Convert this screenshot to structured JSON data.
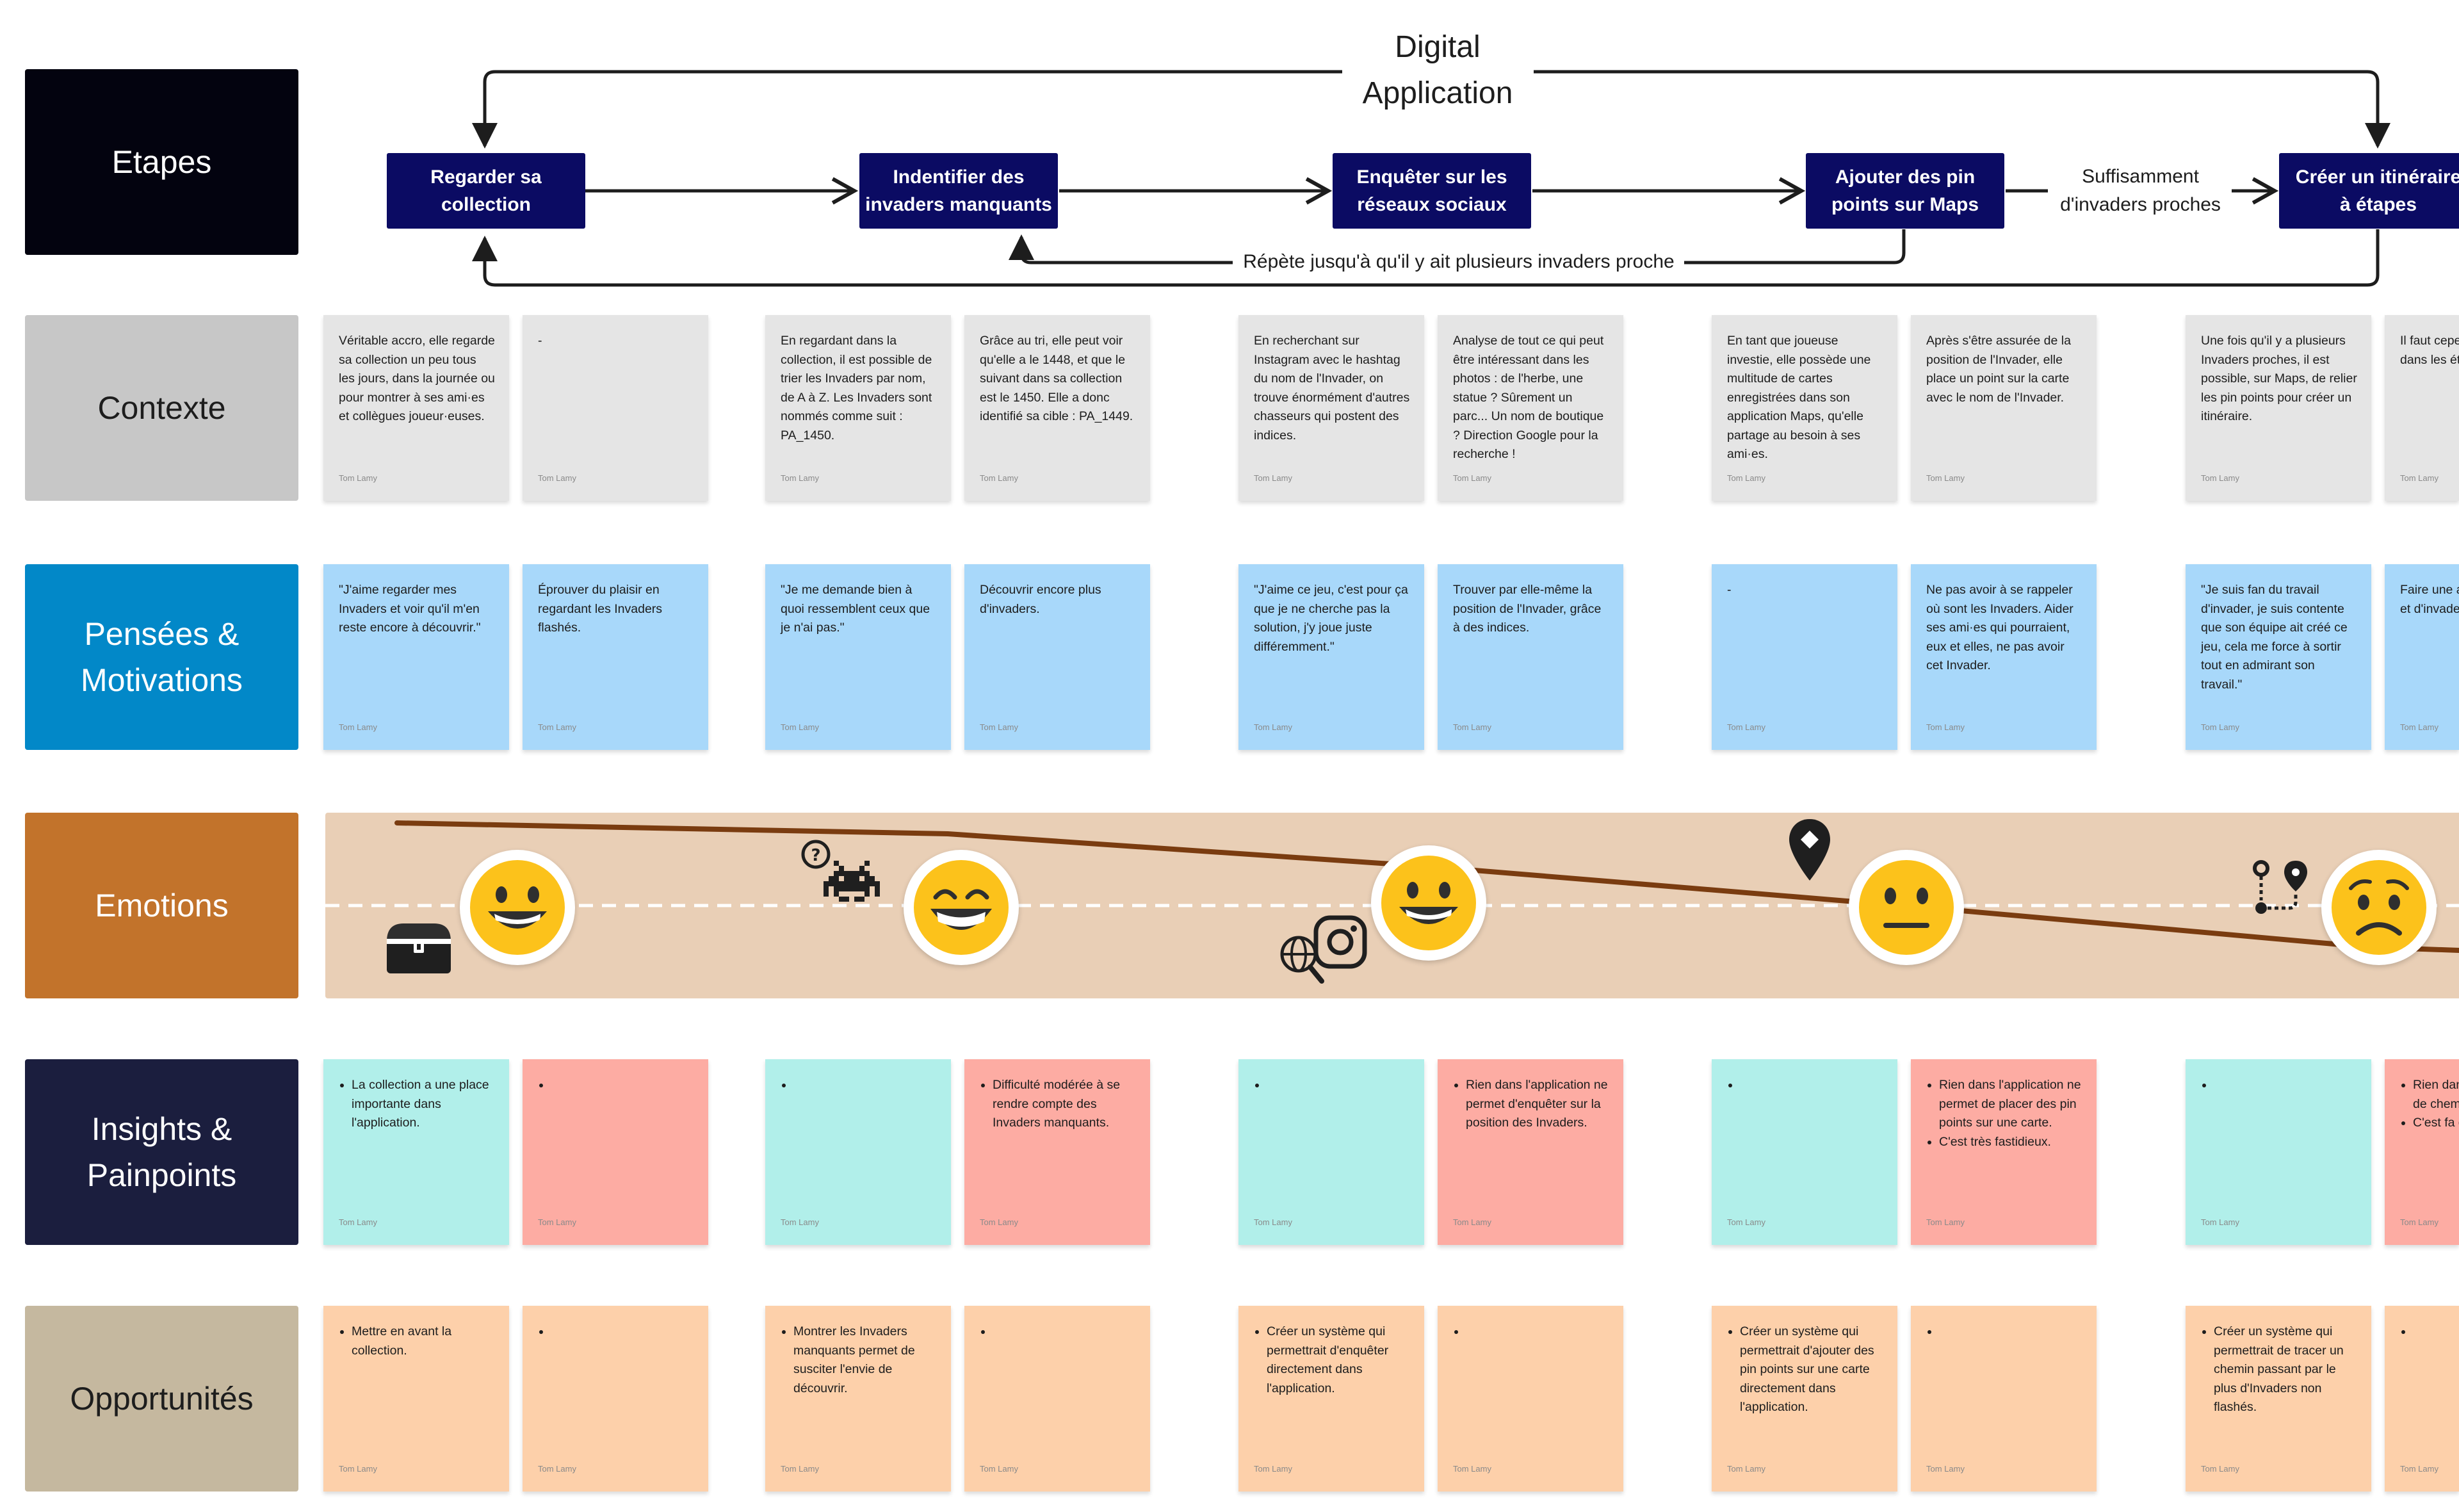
{
  "rows": {
    "etapes": "Etapes",
    "contexte": "Contexte",
    "pensees": "Pensées & Motivations",
    "emotions": "Emotions",
    "insights": "Insights & Painpoints",
    "opportunites": "Opportunités"
  },
  "colors": {
    "etapes": "#03030f",
    "contexte": "#c7c7c7",
    "pensees": "#0288c8",
    "emotions": "#c2732b",
    "insights": "#1b1e3e",
    "opportunites": "#c5b89f",
    "stage": "#0b0b63",
    "emotion_band": "#e9cfb6",
    "emotion_line": "#7a3c10"
  },
  "flow": {
    "loop_label": "Digital Application",
    "repeat_label": "Répète jusqu'à qu'il y ait plusieurs invaders proche",
    "condition_label": "Suffisamment d'invaders proches"
  },
  "stages": [
    {
      "line1": "Regarder sa",
      "line2": "collection"
    },
    {
      "line1": "Indentifier des",
      "line2": "invaders manquants"
    },
    {
      "line1": "Enquêter sur les",
      "line2": "réseaux sociaux"
    },
    {
      "line1": "Ajouter des pin",
      "line2": "points sur Maps"
    },
    {
      "line1": "Créer un itinéraire",
      "line2": "à étapes"
    }
  ],
  "author": "Tom Lamy",
  "contexte_notes": [
    "Véritable accro, elle regarde sa collection un peu tous les jours, dans la journée ou pour montrer à ses ami·es et collègues joueur·euses.",
    "-",
    "En regardant dans la collection, il est possible de trier les Invaders par nom, de A à Z. Les Invaders sont nommés comme suit : PA_1450.",
    "Grâce au tri, elle peut voir qu'elle a le 1448, et que le suivant dans sa collection est le 1450. Elle a donc identifié sa cible : PA_1449.",
    "En recherchant sur Instagram avec le hashtag du nom de l'Invader, on trouve énormément d'autres chasseurs qui postent des indices.",
    "Analyse de tout ce qui peut être intéressant dans les photos : de l'herbe, une statue ? Sûrement un parc... Un nom de boutique ? Direction Google pour la recherche !",
    "En tant que joueuse investie, elle possède une multitude de cartes enregistrées dans son application Maps, qu'elle partage au besoin à ses ami·es.",
    "Après s'être assurée de la position de l'Invader, elle place un point sur la carte avec le nom de l'Invader.",
    "Une fois qu'il y a plusieurs Invaders proches, il est possible, sur Maps, de relier les pin points pour créer un itinéraire.",
    "Il faut cependant que l'ordre dans les étapes par chacune"
  ],
  "pensees_notes": [
    "\"J'aime regarder mes Invaders et voir qu'il m'en reste encore à découvrir.\"",
    "Éprouver du plaisir en regardant les Invaders flashés.",
    "\"Je me demande bien à quoi ressemblent ceux que je n'ai pas.\"",
    "Découvrir encore plus d'invaders.",
    "\"J'aime ce jeu, c'est pour ça que je ne cherche pas la solution, j'y joue juste différemment.\"",
    "Trouver par elle-même la position de l'Invader, grâce à des indices.",
    "-",
    "Ne pas avoir à se rappeler où sont les Invaders. Aider ses ami·es qui pourraient, eux et elles, ne pas avoir cet Invader.",
    "\"Je suis fan du travail d'invader, je suis contente que son équipe ait créé ce jeu, cela me force à sortir tout en admirant son travail.\"",
    "Faire une ami·es, en de Paris et d'invader."
  ],
  "insights_notes": [
    [
      "La collection a une place importante dans l'application."
    ],
    [
      ""
    ],
    [
      ""
    ],
    [
      "Difficulté modérée à se rendre compte des Invaders manquants."
    ],
    [
      ""
    ],
    [
      "Rien dans l'application ne permet d'enquêter sur la position des Invaders."
    ],
    [
      ""
    ],
    [
      "Rien dans l'application ne permet de placer des pin points sur une carte.",
      "C'est très fastidieux."
    ],
    [
      ""
    ],
    [
      "Rien dans l'app ne permet de chemin",
      "C'est fa gérer le étape p"
    ]
  ],
  "opportunites_notes": [
    [
      "Mettre en avant la collection."
    ],
    [
      ""
    ],
    [
      "Montrer les Invaders manquants permet de susciter l'envie de découvrir."
    ],
    [
      ""
    ],
    [
      "Créer un système qui permettrait d'enquêter directement dans l'application."
    ],
    [
      ""
    ],
    [
      "Créer un système qui permettrait d'ajouter des pin points sur une carte directement dans l'application."
    ],
    [
      ""
    ],
    [
      "Créer un système qui permettrait de tracer un chemin passant par le plus d'Invaders non flashés."
    ],
    [
      ""
    ]
  ],
  "emotion_faces": [
    "grin",
    "beaming",
    "grin",
    "neutral",
    "worried"
  ],
  "emotion_icons": [
    "treasure-chest-icon",
    "question-invader-icon",
    "globe-search-icon",
    "instagram-icon",
    "map-pin-icon",
    "route-icon"
  ]
}
